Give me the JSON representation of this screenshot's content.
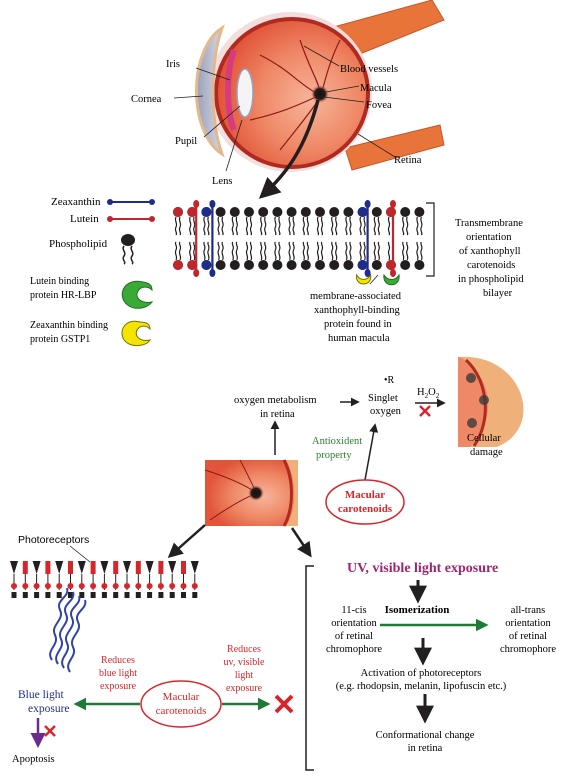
{
  "colors": {
    "zeaxanthin": "#1f2d8a",
    "lutein": "#c0272d",
    "antioxidant": "#2e7d32",
    "isomerization_arrow": "#1e7a36",
    "uv_title": "#a0236e",
    "blue_light": "#1f2d8a",
    "red_text": "#d7262b",
    "apoptosis_arrow": "#6a2c91",
    "hr_lbp": "#3aa935",
    "gstp1": "#f3e500"
  },
  "eye": {
    "iris": "Iris",
    "cornea": "Cornea",
    "pupil": "Pupil",
    "lens": "Lens",
    "blood_vessels": "Blood vessels",
    "macula": "Macula",
    "fovea": "Fovea",
    "retina": "Retina"
  },
  "legend": {
    "zeaxanthin": "Zeaxanthin",
    "lutein": "Lutein",
    "phospholipid": "Phospholipid",
    "hr_lbp_1": "Lutein binding",
    "hr_lbp_2": "protein HR-LBP",
    "gstp1_1": "Zeaxanthin binding",
    "gstp1_2": "protein GSTP1"
  },
  "membrane": {
    "transmembrane_lines": [
      "Transmembrane",
      "orientation",
      "of xanthophyll",
      "carotenoids",
      "in phospholipid",
      "bilayer"
    ],
    "binding_protein_lines": [
      "membrane-associated",
      "xanthophyll-binding",
      "protein found in",
      "human macula"
    ]
  },
  "oxidation": {
    "metabolism_1": "oxygen metabolism",
    "metabolism_2": "in retina",
    "radical": "•R",
    "singlet_1": "Singlet",
    "singlet_2": "oxygen",
    "h2o2_base": "H",
    "h2o2_sub1": "2",
    "h2o2_mid": "O",
    "h2o2_sub2": "2",
    "antioxidant_1": "Antioxident",
    "antioxidant_2": "property",
    "cellular_1": "Cellular",
    "cellular_2": "damage",
    "macular_1": "Macular",
    "macular_2": "carotenoids"
  },
  "photoreceptors": {
    "label": "Photoreceptors"
  },
  "blue_light": {
    "reduces_1": "Reduces",
    "reduces_2": "blue light",
    "reduces_3": "exposure",
    "uv_1": "Reduces",
    "uv_2": "uv, visible",
    "uv_3": "light",
    "uv_4": "exposure",
    "macular_1": "Macular",
    "macular_2": "carotenoids",
    "exposure_1": "Blue light",
    "exposure_2": "exposure",
    "apoptosis": "Apoptosis"
  },
  "uv_pathway": {
    "title": "UV, visible light exposure",
    "cis_1": "11-cis",
    "cis_2": "orientation",
    "cis_3": "of retinal",
    "cis_4": "chromophore",
    "isomerization": "Isomerization",
    "trans_1": "all-trans",
    "trans_2": "orientation",
    "trans_3": "of retinal",
    "trans_4": "chromophore",
    "activation_1": "Activation of photoreceptors",
    "activation_2": "(e.g. rhodopsin, melanin, lipofuscin etc.)",
    "conformational_1": "Conformational change",
    "conformational_2": "in retina"
  }
}
